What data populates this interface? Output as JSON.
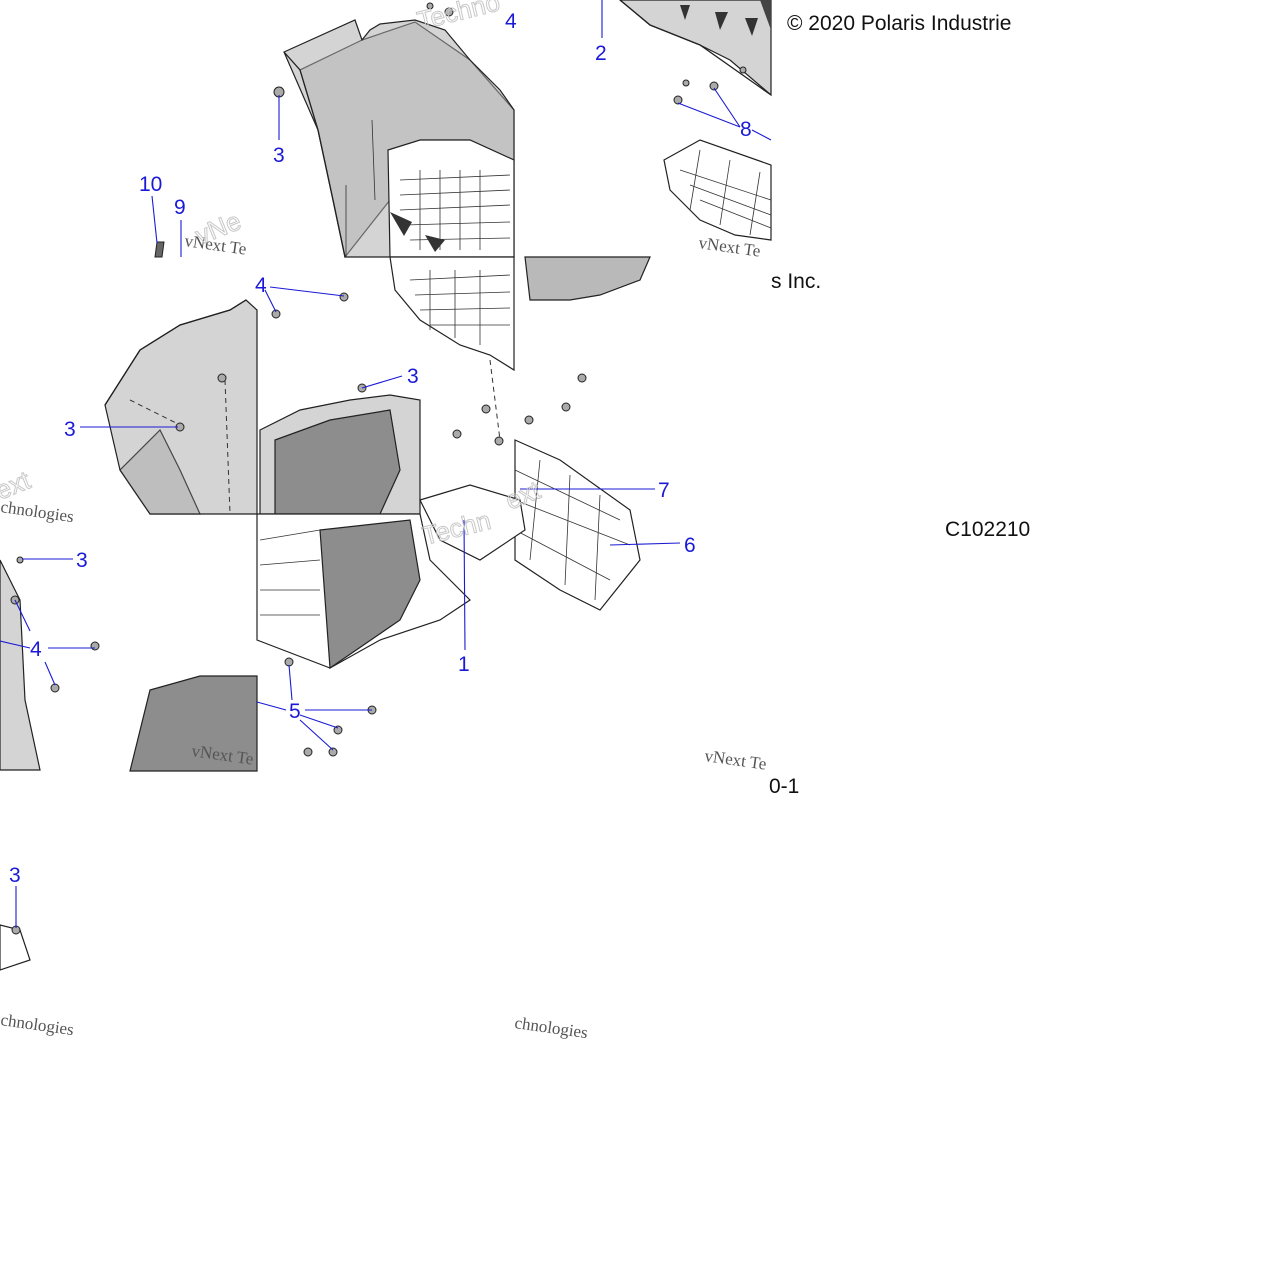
{
  "copyright": "© 2020 Polaris Industrie",
  "copyright_tail": "s Inc.",
  "diagram_code": "C102210",
  "diagram_code_tail": "0-1",
  "watermark": {
    "brand": "vNext Te",
    "sub": "chnologies",
    "ghost_a": "vNe",
    "ghost_b": "Techno",
    "ghost_c": "ext",
    "ghost_d": "Techn"
  },
  "callouts": [
    {
      "label": "2"
    },
    {
      "label": "8"
    },
    {
      "label": "3"
    },
    {
      "label": "10"
    },
    {
      "label": "9"
    },
    {
      "label": "4"
    },
    {
      "label": "3"
    },
    {
      "label": "3"
    },
    {
      "label": "7"
    },
    {
      "label": "6"
    },
    {
      "label": "3"
    },
    {
      "label": "4"
    },
    {
      "label": "1"
    },
    {
      "label": "5"
    },
    {
      "label": "3"
    },
    {
      "label": "4"
    }
  ]
}
